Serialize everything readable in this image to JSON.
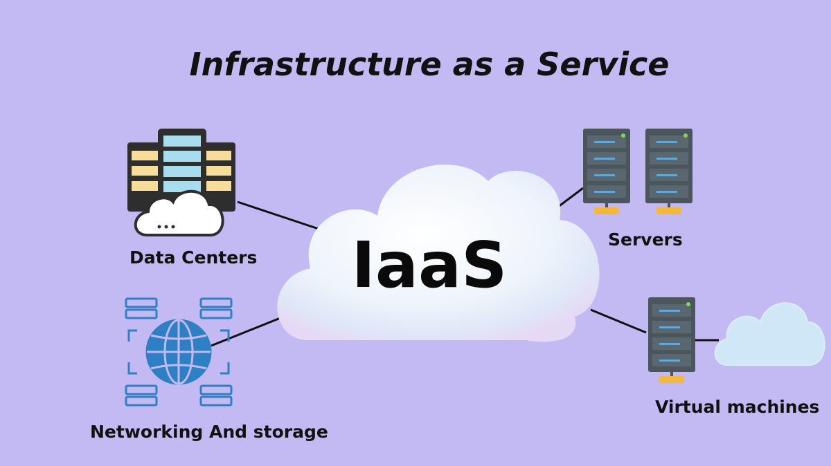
{
  "title": "Infrastructure as a Service",
  "hub": {
    "label": "IaaS"
  },
  "nodes": {
    "data_centers": "Data Centers",
    "servers": "Servers",
    "networking_storage": "Networking And storage",
    "virtual_machines": "Virtual machines"
  },
  "colors": {
    "background": "#c3b9f3",
    "server_dark": "#4a555c",
    "server_slot": "#5fa8d8",
    "server_base": "#f4b938",
    "server_led": "#7ed957",
    "datacenter_gold": "#f8dc9a",
    "datacenter_blue": "#a8dcef",
    "network_blue": "#2f7fc4",
    "cloud_light": "#cfe7f6"
  }
}
